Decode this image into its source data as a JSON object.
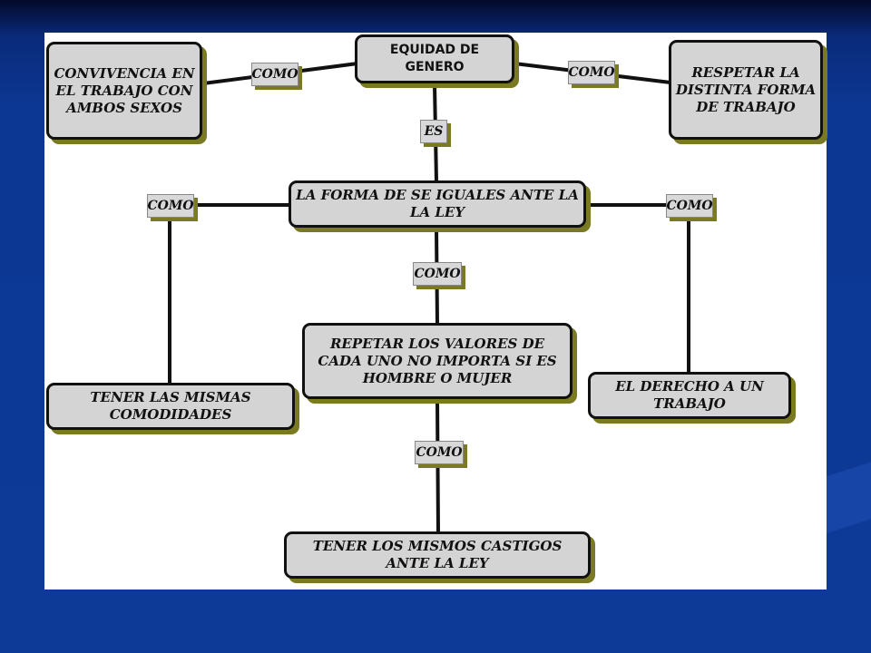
{
  "diagram": {
    "root": "EQUIDAD DE GENERO",
    "left_top": "CONVIVENCIA EN EL TRABAJO CON AMBOS SEXOS",
    "right_top": "RESPETAR LA DISTINTA FORMA DE TRABAJO",
    "center": "LA FORMA DE SE IGUALES ANTE LA LA LEY",
    "middle": "REPETAR LOS VALORES DE CADA UNO NO IMPORTA SI ES HOMBRE O MUJER",
    "left_bottom": "TENER LAS MISMAS COMODIDADES",
    "right_bottom": "EL DERECHO A UN TRABAJO",
    "bottom": "TENER LOS MISMOS CASTIGOS ANTE LA LEY",
    "labels": {
      "como": "COMO",
      "es": "ES"
    }
  }
}
